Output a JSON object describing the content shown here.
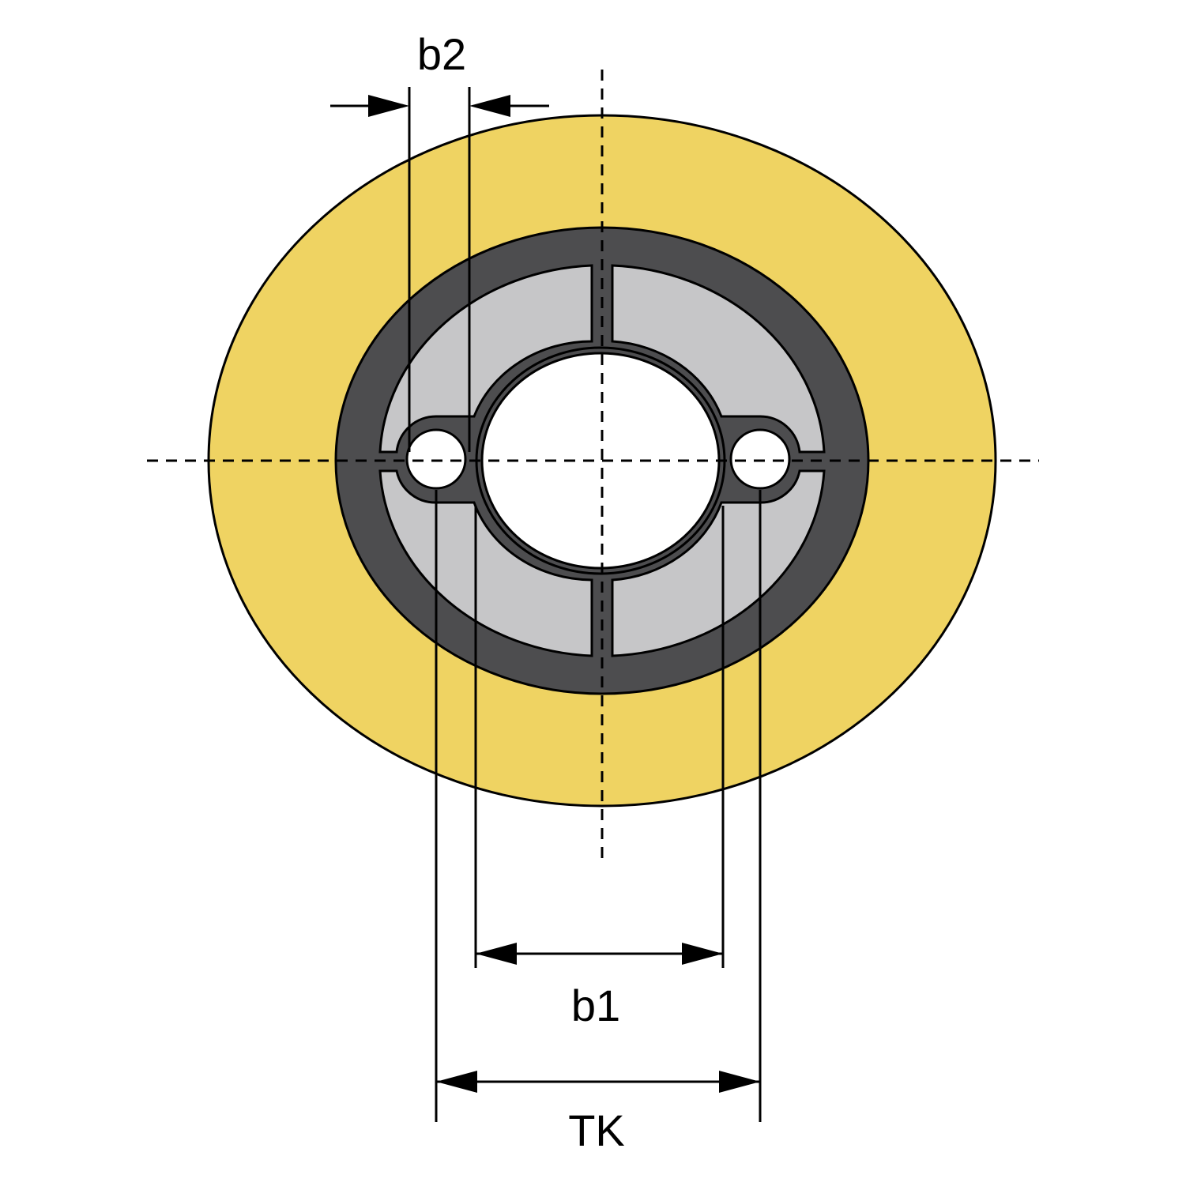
{
  "labels": {
    "b2": "b2",
    "b1": "b1",
    "tk": "TK"
  },
  "colors": {
    "wheel": "#EFD362",
    "hub": "#4D4D4F",
    "insert": "#C6C6C8",
    "outline": "#000000",
    "bore": "#ffffff"
  }
}
